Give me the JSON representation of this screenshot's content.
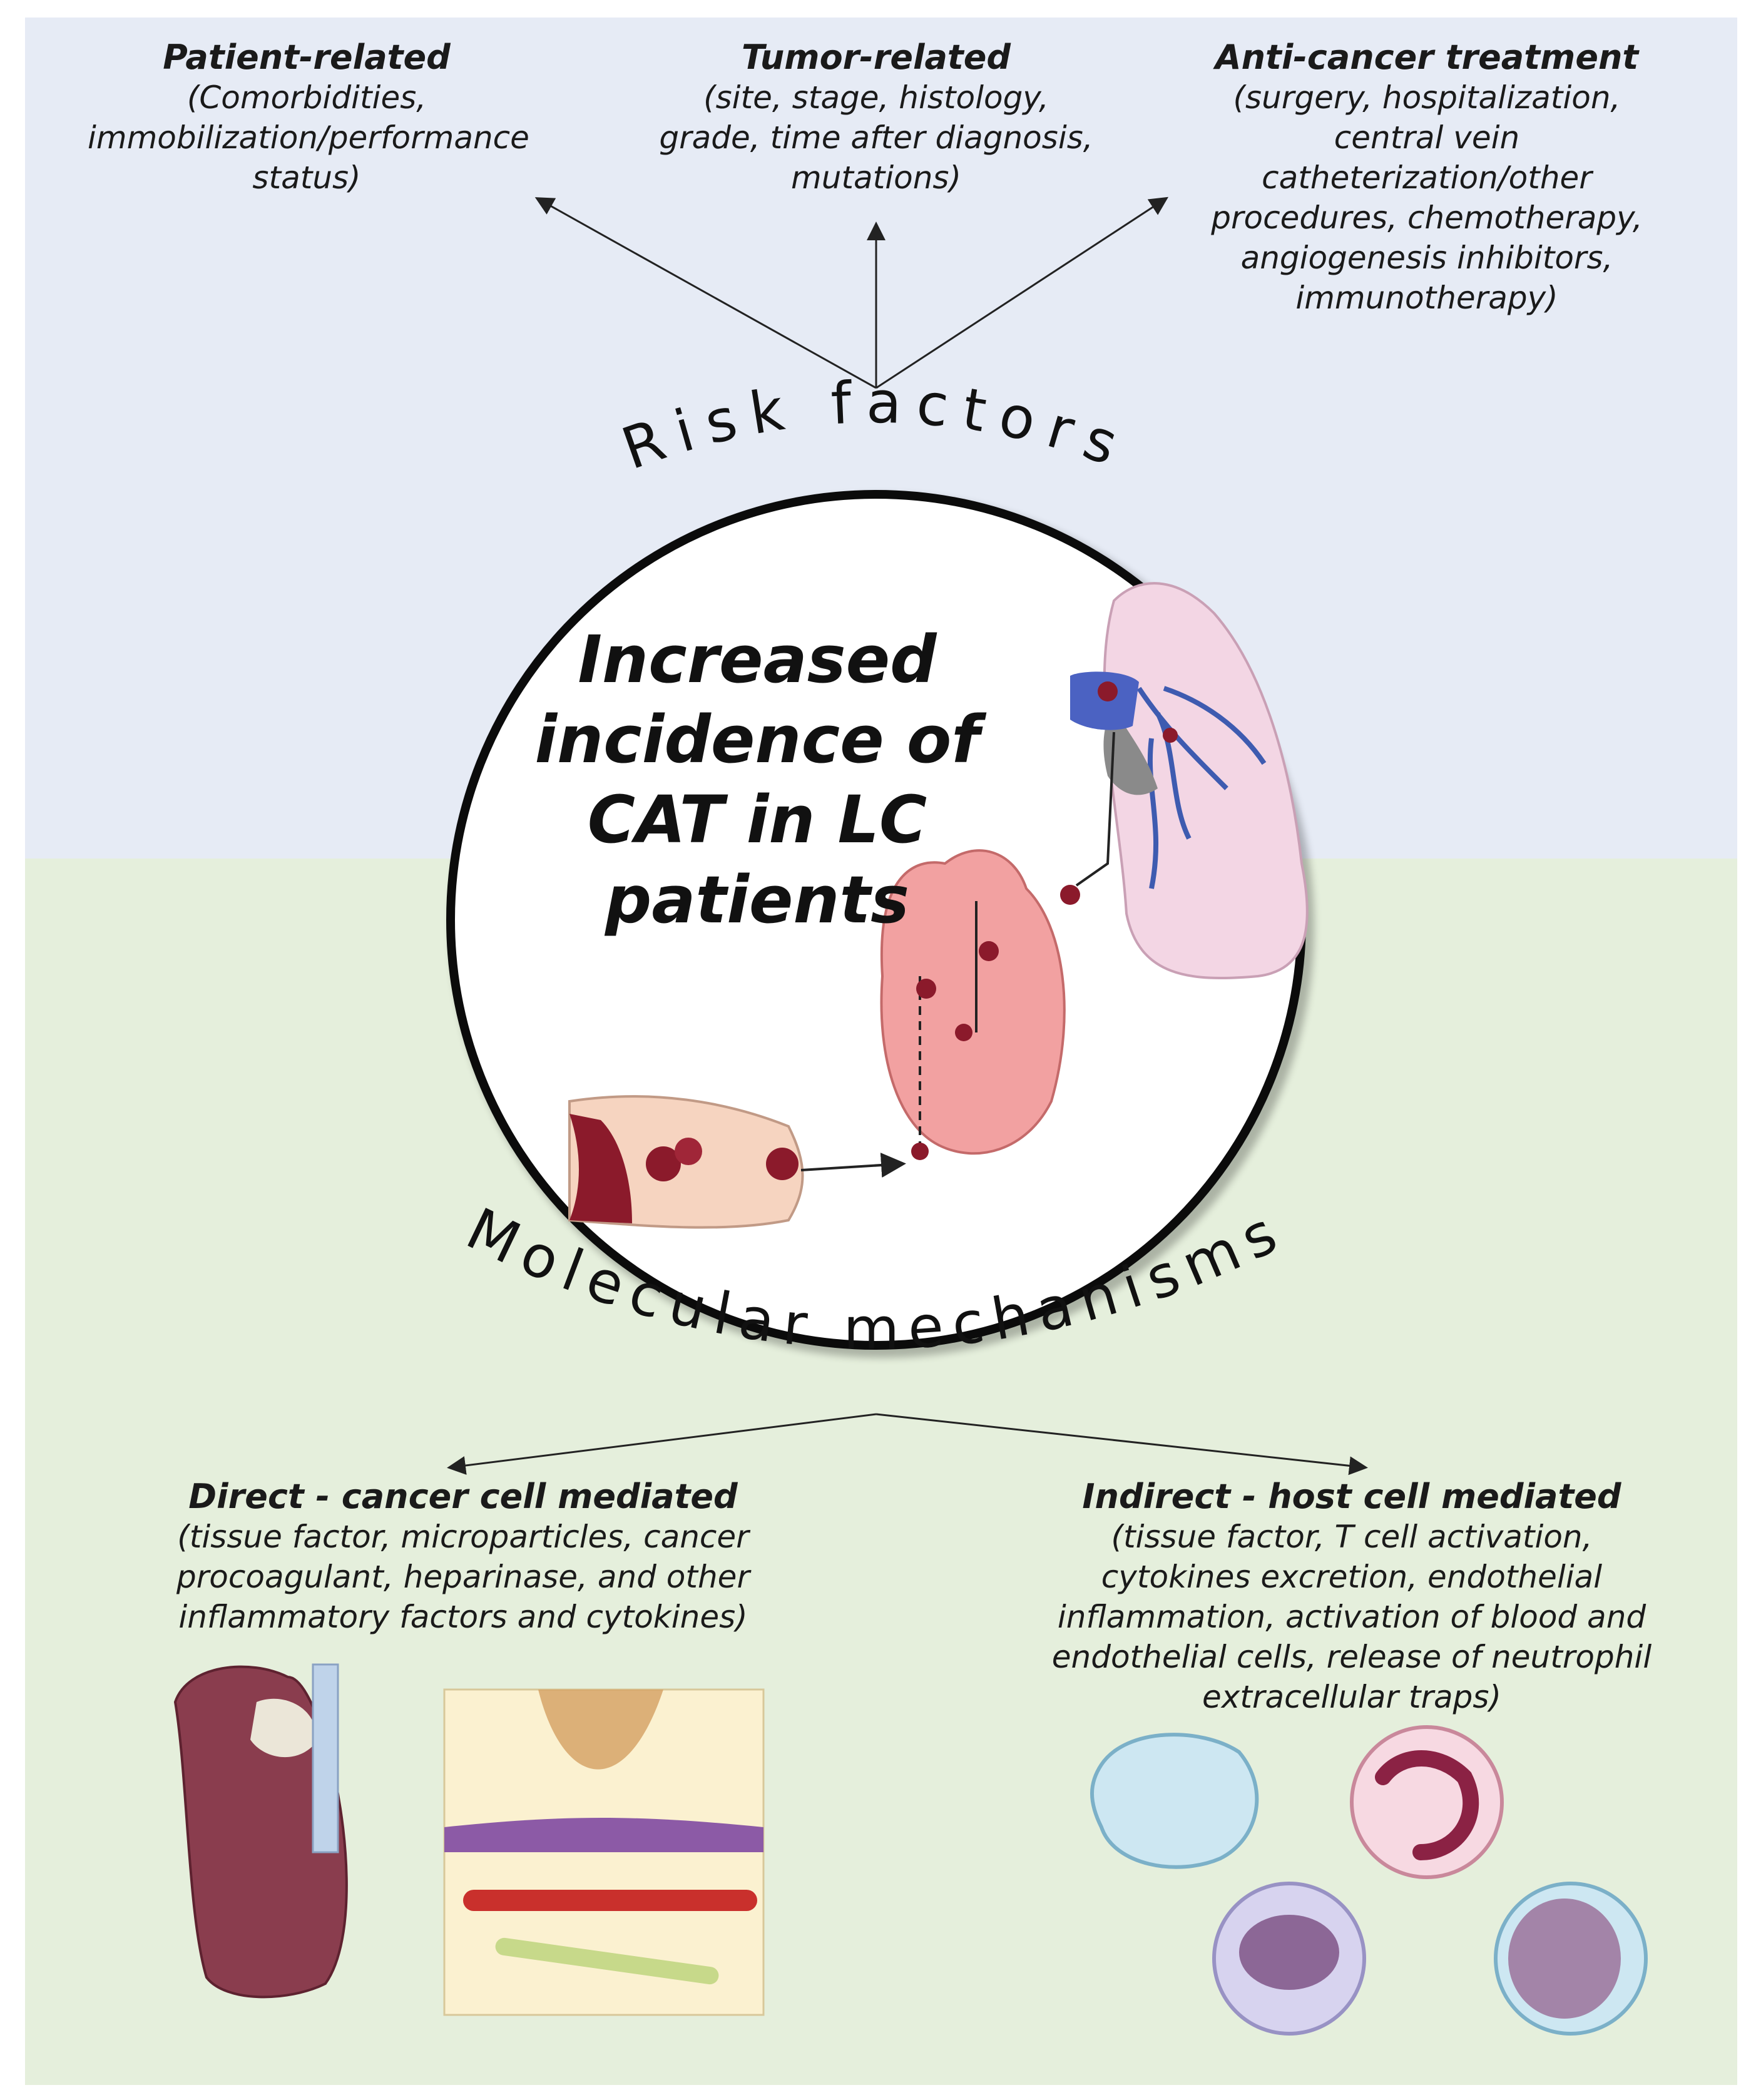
{
  "risk_factors": {
    "title": "Risk factors",
    "items": [
      {
        "heading": "Patient-related",
        "detail": [
          "(Comorbidities,",
          "immobilization/performance",
          "status)"
        ]
      },
      {
        "heading": "Tumor-related",
        "detail": [
          "(site, stage, histology,",
          "grade, time after diagnosis,",
          "mutations)"
        ]
      },
      {
        "heading": "Anti-cancer treatment",
        "detail": [
          "(surgery, hospitalization,",
          "central vein",
          "catheterization/other",
          "procedures, chemotherapy,",
          "angiogenesis inhibitors,",
          "immunotherapy)"
        ]
      }
    ]
  },
  "center": {
    "title_lines": [
      "Increased",
      "incidence of",
      "CAT in LC",
      "patients"
    ]
  },
  "molecular_mechanisms": {
    "title": "Molecular mechanisms",
    "items": [
      {
        "heading": "Direct - cancer cell mediated",
        "detail": [
          "(tissue factor, microparticles, cancer",
          "procoagulant, heparinase, and other",
          "inflammatory factors and cytokines)"
        ]
      },
      {
        "heading": "Indirect - host cell mediated",
        "detail": [
          "(tissue factor, T cell activation,",
          "cytokines excretion, endothelial",
          "inflammation, activation of blood and",
          "endothelial cells, release of neutrophil",
          "extracellular traps)"
        ]
      }
    ]
  },
  "colors": {
    "top_panel": "#e6ebf5",
    "bottom_panel": "#e5efdc",
    "blood_clot": "#8b1a2b",
    "heart": "#f2a1a1",
    "lung_healthy": "#f3d6e4",
    "lung_diseased": "#8a3d4e"
  },
  "icons": [
    "lung-icon",
    "heart-icon",
    "vein-thrombus-icon",
    "tumor-tissue-icon",
    "blood-cell-icon"
  ]
}
